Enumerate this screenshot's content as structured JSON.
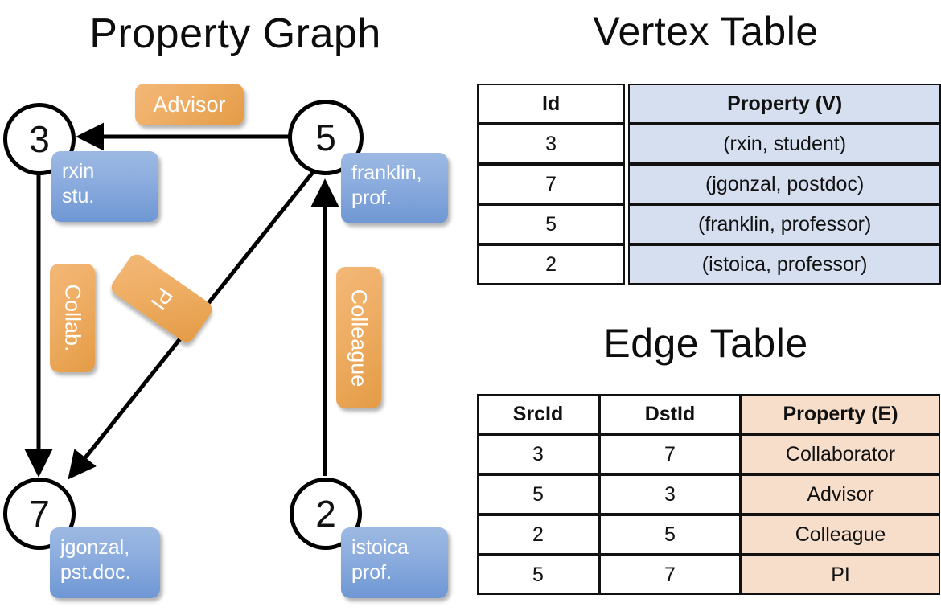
{
  "titles": {
    "property_graph": "Property Graph",
    "vertex_table": "Vertex Table",
    "edge_table": "Edge Table"
  },
  "graph": {
    "nodes": [
      {
        "id": "3",
        "label": "rxin\nstu.",
        "name": "node-3"
      },
      {
        "id": "5",
        "label": "franklin,\nprof.",
        "name": "node-5"
      },
      {
        "id": "7",
        "label": "jgonzal,\npst.doc.",
        "name": "node-7"
      },
      {
        "id": "2",
        "label": "istoica\nprof.",
        "name": "node-2"
      }
    ],
    "node_ids": {
      "n3": "3",
      "n5": "5",
      "n7": "7",
      "n2": "2"
    },
    "node_props": {
      "n3_line1": "rxin",
      "n3_line2": "stu.",
      "n5_line1": "franklin,",
      "n5_line2": "prof.",
      "n7_line1": "jgonzal,",
      "n7_line2": "pst.doc.",
      "n2_line1": "istoica",
      "n2_line2": "prof."
    },
    "edge_labels": {
      "advisor": "Advisor",
      "collab": "Collab.",
      "pi": "PI",
      "colleague": "Colleague"
    },
    "edges": [
      {
        "src": "5",
        "dst": "3",
        "label": "Advisor"
      },
      {
        "src": "3",
        "dst": "7",
        "label": "Collab."
      },
      {
        "src": "5",
        "dst": "7",
        "label": "PI"
      },
      {
        "src": "2",
        "dst": "5",
        "label": "Colleague"
      }
    ]
  },
  "vertex_table": {
    "headers": [
      "Id",
      "Property (V)"
    ],
    "rows": [
      {
        "id": "3",
        "property": "(rxin, student)"
      },
      {
        "id": "7",
        "property": "(jgonzal, postdoc)"
      },
      {
        "id": "5",
        "property": "(franklin, professor)"
      },
      {
        "id": "2",
        "property": "(istoica, professor)"
      }
    ]
  },
  "edge_table": {
    "headers": [
      "SrcId",
      "DstId",
      "Property (E)"
    ],
    "rows": [
      {
        "src": "3",
        "dst": "7",
        "property": "Collaborator"
      },
      {
        "src": "5",
        "dst": "3",
        "property": "Advisor"
      },
      {
        "src": "2",
        "dst": "5",
        "property": "Colleague"
      },
      {
        "src": "5",
        "dst": "7",
        "property": "PI"
      }
    ]
  },
  "colors": {
    "vertex_property_fill": "#d6dff0",
    "edge_property_fill": "#f7decb",
    "node_box_blue": "#7fa3da",
    "edge_label_orange": "#eead63",
    "stroke": "#111111",
    "background": "#ffffff"
  }
}
